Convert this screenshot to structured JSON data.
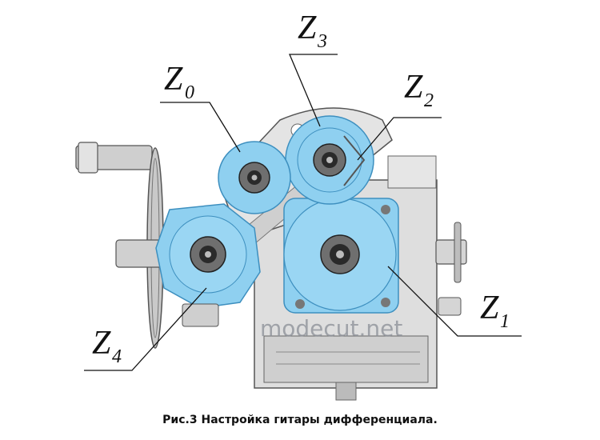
{
  "caption": "Рис.3 Настройка гитары дифференциала.",
  "watermark": "modecut.net",
  "gear_labels": [
    {
      "id": "z0",
      "letter": "Z",
      "sub": "0"
    },
    {
      "id": "z1",
      "letter": "Z",
      "sub": "1"
    },
    {
      "id": "z2",
      "letter": "Z",
      "sub": "2"
    },
    {
      "id": "z3",
      "letter": "Z",
      "sub": "3"
    },
    {
      "id": "z4",
      "letter": "Z",
      "sub": "4"
    }
  ],
  "colors": {
    "gear_fill": "#8fd0f0",
    "gear_edge": "#3d8fbf",
    "metal": "#d9d9d9",
    "metal_dark": "#7d7d7d",
    "line": "#111111"
  }
}
